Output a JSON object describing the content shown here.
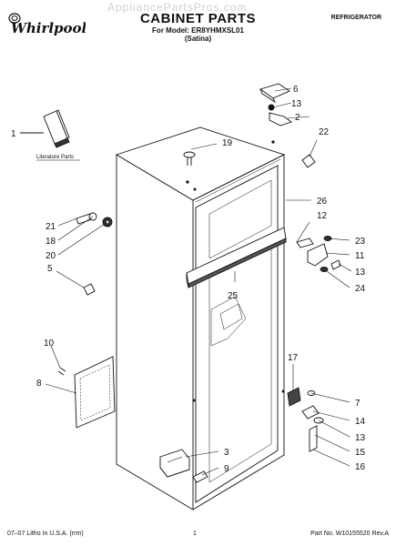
{
  "header": {
    "brand": "Whirlpool",
    "watermark": "AppliancePartsPros.com",
    "title": "CABINET PARTS",
    "model_line": "For Model: ER8YHMXSL01",
    "finish_line": "(Satina)",
    "category": "REFRIGERATOR"
  },
  "literature_label": "Literature Parts",
  "callouts": {
    "c1": "1",
    "c2": "2",
    "c3": "3",
    "c5": "5",
    "c6": "6",
    "c7": "7",
    "c8": "8",
    "c9": "9",
    "c10": "10",
    "c11": "11",
    "c12": "12",
    "c13a": "13",
    "c13b": "13",
    "c13c": "13",
    "c14": "14",
    "c15": "15",
    "c16": "16",
    "c17": "17",
    "c18": "18",
    "c19": "19",
    "c20": "20",
    "c21": "21",
    "c22": "22",
    "c23": "23",
    "c24": "24",
    "c25": "25",
    "c26": "26"
  },
  "footer": {
    "left": "07–07 Litho In U.S.A. (rrm)",
    "page": "1",
    "part_no": "Part No. W10155520 Rev.A"
  },
  "colors": {
    "ink": "#111111",
    "watermark": "#d0d0d0"
  }
}
